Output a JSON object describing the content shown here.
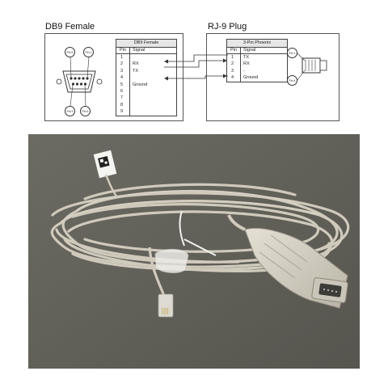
{
  "db9": {
    "title": "DB9 Female",
    "table_header": "DB9 Female",
    "col_pin": "Pin",
    "col_signal": "Signal",
    "rows": [
      {
        "pin": "1",
        "signal": ""
      },
      {
        "pin": "2",
        "signal": "RX"
      },
      {
        "pin": "3",
        "signal": "TX"
      },
      {
        "pin": "4",
        "signal": ""
      },
      {
        "pin": "5",
        "signal": "Ground"
      },
      {
        "pin": "6",
        "signal": ""
      },
      {
        "pin": "7",
        "signal": ""
      },
      {
        "pin": "8",
        "signal": ""
      },
      {
        "pin": "9",
        "signal": ""
      }
    ],
    "bubbles": [
      "Pin 5",
      "Pin 1",
      "Pin 9",
      "Pin 6"
    ]
  },
  "rj9": {
    "title": "RJ-9 Plug",
    "table_header": "3-Pin Phoenix",
    "col_pin": "Pin",
    "col_signal": "Signal",
    "rows": [
      {
        "pin": "1",
        "signal": "TX"
      },
      {
        "pin": "2",
        "signal": "RX"
      },
      {
        "pin": "3",
        "signal": "-"
      },
      {
        "pin": "4",
        "signal": "Ground"
      }
    ],
    "bubbles": [
      "Pin 1",
      "Pin 4"
    ]
  },
  "colors": {
    "cable": "#cfcabc",
    "photo_bg": "#5f5e56",
    "line": "#333333"
  }
}
